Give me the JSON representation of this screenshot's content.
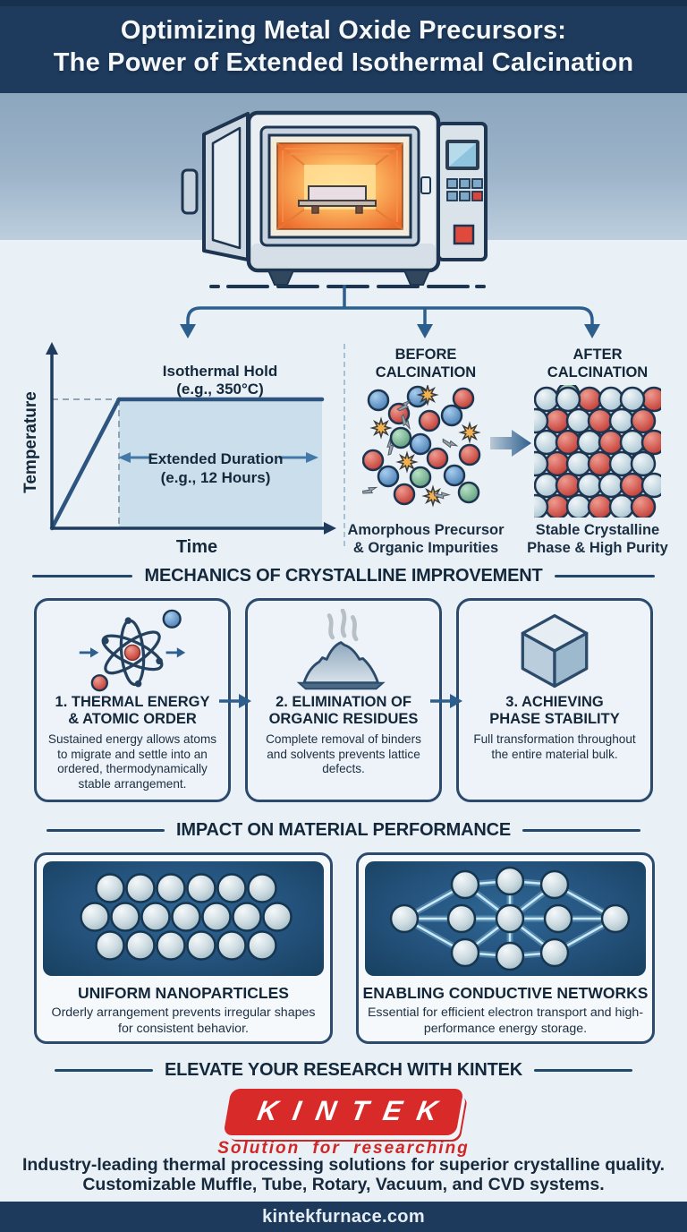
{
  "header": {
    "title_line1": "Optimizing Metal Oxide Precursors:",
    "title_line2": "The Power of Extended Isothermal Calcination"
  },
  "hero": {
    "illustration": "muffle-furnace-open-door-glowing-chamber"
  },
  "process": {
    "chart": {
      "ylabel": "Temperature",
      "xlabel": "Time",
      "hold_line1": "Isothermal Hold",
      "hold_line2": "(e.g., 350°C)",
      "duration_line1": "Extended Duration",
      "duration_line2": "(e.g., 12 Hours)"
    },
    "before": {
      "title_line1": "BEFORE",
      "title_line2": "CALCINATION",
      "caption_line1": "Amorphous Precursor",
      "caption_line2": "& Organic Impurities"
    },
    "after": {
      "title_line1": "AFTER",
      "title_line2": "CALCINATION",
      "caption_line1": "Stable Crystalline",
      "caption_line2": "Phase & High Purity"
    }
  },
  "mechanics": {
    "heading": "MECHANICS OF CRYSTALLINE IMPROVEMENT",
    "cards": [
      {
        "icon": "atom-icon",
        "title_line1": "1. THERMAL ENERGY",
        "title_line2": "& ATOMIC ORDER",
        "body": "Sustained energy allows atoms to migrate and settle into an ordered, thermodynamically stable arrangement."
      },
      {
        "icon": "powder-smoke-icon",
        "title_line1": "2. ELIMINATION OF",
        "title_line2": "ORGANIC RESIDUES",
        "body": "Complete removal of binders and solvents prevents lattice defects."
      },
      {
        "icon": "crystal-cube-icon",
        "title_line1": "3. ACHIEVING",
        "title_line2": "PHASE STABILITY",
        "body": "Full transformation throughout the entire material bulk."
      }
    ]
  },
  "impact": {
    "heading": "IMPACT ON MATERIAL PERFORMANCE",
    "cards": [
      {
        "icon": "uniform-nanoparticles-icon",
        "title": "UNIFORM NANOPARTICLES",
        "body": "Orderly arrangement prevents irregular shapes for consistent behavior."
      },
      {
        "icon": "conductive-network-icon",
        "title": "ENABLING CONDUCTIVE NETWORKS",
        "body": "Essential for efficient electron transport and high-performance energy storage."
      }
    ]
  },
  "cta": {
    "heading": "ELEVATE YOUR RESEARCH WITH KINTEK",
    "logo_text": "KINTEK",
    "slogan": "Solution for researching",
    "body_line1": "Industry-leading thermal processing solutions for superior crystalline quality.",
    "body_line2": "Customizable Muffle, Tube, Rotary, Vacuum, and CVD systems."
  },
  "footer": {
    "url": "kintekfurnace.com"
  },
  "colors": {
    "navy_header": "#1e3a5c",
    "hero_blue_gray": "#8ba6be",
    "page_background": "#e9f0f6",
    "outline_navy": "#2b4a6c",
    "arrow_blue": "#2d5f8e",
    "chart_fill": "#c8dcea",
    "glow_orange": "#ee6a2c",
    "particle_red": "#cc4740",
    "particle_blue": "#5b8fc4",
    "particle_green": "#6fb892",
    "impurity_orange": "#f2b04e",
    "panel_dark_blue": "#1a3f60",
    "kintek_red": "#d92a2a"
  },
  "chart_data": {
    "type": "line",
    "title": "Calcination temperature profile (schematic)",
    "xlabel": "Time",
    "ylabel": "Temperature",
    "series": [
      {
        "name": "Temperature profile",
        "x": [
          0,
          2,
          14
        ],
        "y": [
          0,
          350,
          350
        ]
      }
    ],
    "annotations": [
      "Isothermal Hold (e.g., 350°C)",
      "Extended Duration (e.g., 12 Hours)"
    ],
    "hold_temperature_c": 350,
    "hold_duration_hours": 12,
    "shaded_region": "isothermal hold span",
    "grid": false,
    "legend": false
  }
}
